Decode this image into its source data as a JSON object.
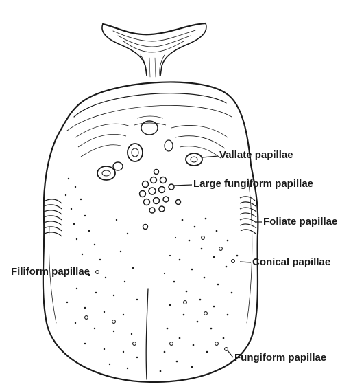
{
  "labels": {
    "vallate": "Vallate papillae",
    "large_fungiform": "Large fungiform papillae",
    "foliate": "Foliate papillae",
    "conical": "Conical papillae",
    "filiform": "Filiform papillae",
    "fungiform": "Fungiform papillae"
  },
  "colors": {
    "ink": "#1a1a1a",
    "background": "#ffffff"
  }
}
